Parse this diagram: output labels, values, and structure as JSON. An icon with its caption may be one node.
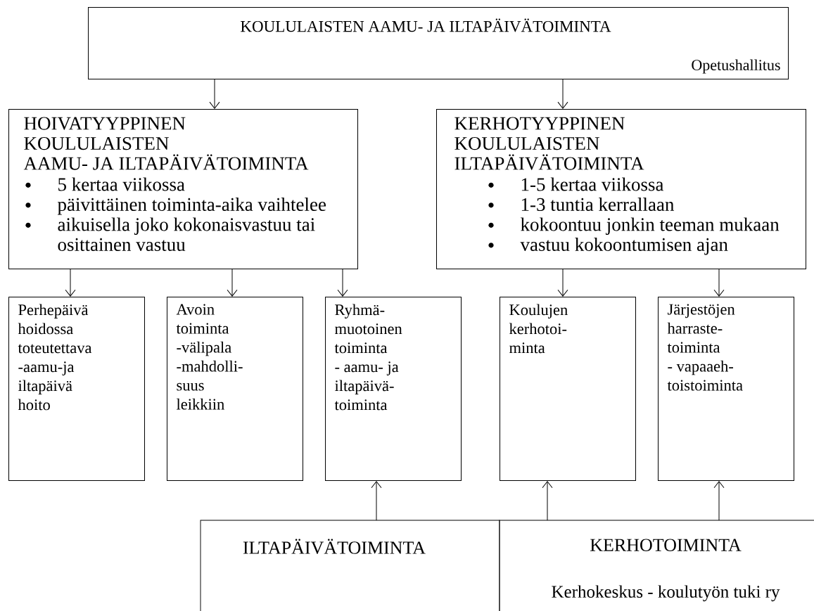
{
  "diagram": {
    "nodes": [
      {
        "text": [
          "KOULULAISTEN AAMU- JA ILTAPÄIVÄTOIMINTA",
          "Opetushallitus"
        ]
      },
      {
        "text": [
          "HOIVATYYPPINEN KOULULAISTEN AAMU- JA ILTAPÄIVÄTOIMINTA",
          "5 kertaa viikossa",
          "päivittäinen toiminta-aika vaihtelee",
          "aikuisella joko kokonaisvastuu tai osittainen vastuu"
        ]
      },
      {
        "text": [
          "KERHOTYYPPINEN KOULULAISTEN ILTAPÄIVÄTOIMINTA",
          "1-5 kertaa viikossa",
          "1-3 tuntia kerrallaan",
          "kokoontuu jonkin teeman mukaan",
          "vastuu kokoontumisen ajan"
        ]
      },
      {
        "text": [
          "Perhepäivä hoidossa toteutettava -aamu-ja iltapäivä hoito"
        ]
      },
      {
        "text": [
          "Avoin toiminta -välipala -mahdolli- suus leikkiin"
        ]
      },
      {
        "text": [
          "Ryhmä- muotoinen toiminta - aamu- ja iltapäivä- toiminta"
        ]
      },
      {
        "text": [
          "Koulujen kerhotoi- minta"
        ]
      },
      {
        "text": [
          "Järjestöjen harraste- toiminta - vapaaeh- toistoiminta"
        ]
      },
      {
        "text": [
          "ILTAPÄIVÄTOIMINTA"
        ]
      },
      {
        "text": [
          "KERHOTOIMINTA",
          "Kerhokeskus - koulutyön tuki ry"
        ]
      }
    ],
    "edges": [
      {
        "from": 0,
        "to": 1,
        "arrow": "to"
      },
      {
        "from": 0,
        "to": 2,
        "arrow": "to"
      },
      {
        "from": 1,
        "to": 3,
        "arrow": "to"
      },
      {
        "from": 1,
        "to": 4,
        "arrow": "to"
      },
      {
        "from": 1,
        "to": 5,
        "arrow": "to"
      },
      {
        "from": 2,
        "to": 6,
        "arrow": "to"
      },
      {
        "from": 2,
        "to": 7,
        "arrow": "to"
      },
      {
        "from": 8,
        "to": 5,
        "arrow": "to"
      },
      {
        "from": 9,
        "to": 6,
        "arrow": "to"
      },
      {
        "from": 9,
        "to": 7,
        "arrow": "to"
      }
    ]
  }
}
